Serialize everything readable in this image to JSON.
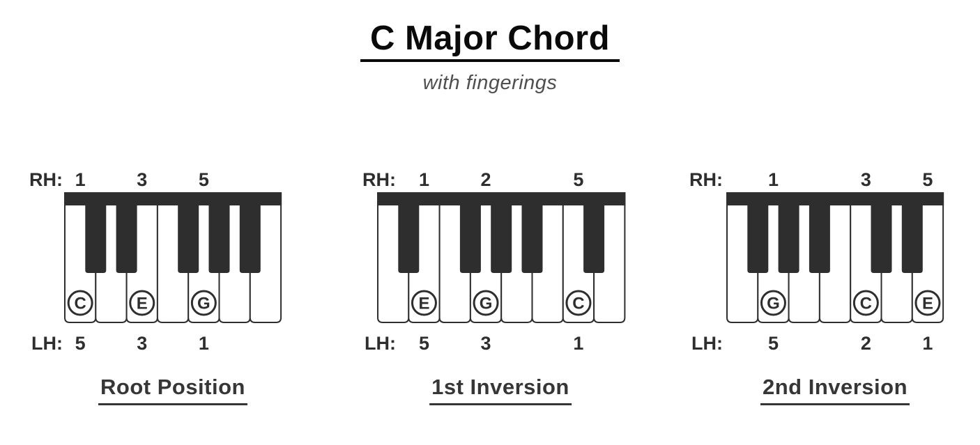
{
  "title": "C Major Chord",
  "subtitle": "with fingerings",
  "hand_labels": {
    "right": "RH:",
    "left": "LH:"
  },
  "colors": {
    "ink": "#2e2e2e",
    "title_ink": "#0a0a0a",
    "subtitle_ink": "#4f4f4f",
    "caption_ink": "#363636",
    "background": "#ffffff",
    "key_white": "#ffffff"
  },
  "diagrams": [
    {
      "caption": "Root Position",
      "white_keys": [
        "C",
        "D",
        "E",
        "F",
        "G",
        "A",
        "B"
      ],
      "pressed_keys": [
        {
          "note": "C",
          "key_index": 0,
          "rh_finger": "1",
          "lh_finger": "5"
        },
        {
          "note": "E",
          "key_index": 2,
          "rh_finger": "3",
          "lh_finger": "3"
        },
        {
          "note": "G",
          "key_index": 4,
          "rh_finger": "5",
          "lh_finger": "1"
        }
      ]
    },
    {
      "caption": "1st Inversion",
      "white_keys": [
        "D",
        "E",
        "F",
        "G",
        "A",
        "B",
        "C",
        "D"
      ],
      "pressed_keys": [
        {
          "note": "E",
          "key_index": 1,
          "rh_finger": "1",
          "lh_finger": "5"
        },
        {
          "note": "G",
          "key_index": 3,
          "rh_finger": "2",
          "lh_finger": "3"
        },
        {
          "note": "C",
          "key_index": 6,
          "rh_finger": "5",
          "lh_finger": "1"
        }
      ]
    },
    {
      "caption": "2nd Inversion",
      "white_keys": [
        "F",
        "G",
        "A",
        "B",
        "C",
        "D",
        "E"
      ],
      "pressed_keys": [
        {
          "note": "G",
          "key_index": 1,
          "rh_finger": "1",
          "lh_finger": "5"
        },
        {
          "note": "C",
          "key_index": 4,
          "rh_finger": "3",
          "lh_finger": "2"
        },
        {
          "note": "E",
          "key_index": 6,
          "rh_finger": "5",
          "lh_finger": "1"
        }
      ]
    }
  ]
}
